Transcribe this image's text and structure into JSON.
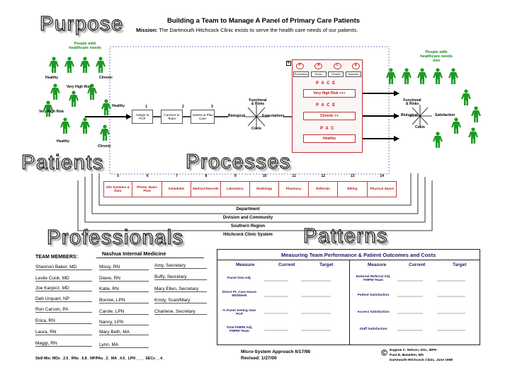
{
  "labels": {
    "purpose": "Purpose",
    "patients": "Patients",
    "processes": "Processes",
    "professionals": "Professionals",
    "patterns": "Patterns"
  },
  "header": {
    "title": "Building a Team to Manage A Panel of Primary Care Patients",
    "mission_label": "Mission:",
    "mission_text": "The Dartmouth Hitchcock Clinic exists to serve the health care needs of our patients."
  },
  "left_panel": {
    "people_title": "People with healthcare needs",
    "healthy_1": "Healthy",
    "chronic_1": "Chronic",
    "very_high_risk_1": "Very High Risk",
    "healthy_2": "Healthy",
    "very_high_risk_2": "Very High Risk",
    "healthy_3": "Healthy",
    "chronic_2": "Chronic"
  },
  "right_panel": {
    "people_title": "People with healthcare needs met",
    "functional": "Functional & Risks",
    "biological": "Biological",
    "satisfaction": "Satisfaction",
    "costs": "Costs"
  },
  "flow": {
    "steps": [
      "1",
      "2",
      "3"
    ],
    "assign": "Assign to PCP",
    "connect": "Connect to Team",
    "assess": "Assess & Plan Care",
    "functional": "Functional & Risks",
    "biological": "Biological",
    "expectations": "Expectations",
    "costs": "Costs"
  },
  "pace": {
    "number": "4",
    "letters": [
      "P",
      "A",
      "C",
      "E"
    ],
    "sub": [
      "Prevention",
      "Acute",
      "Chronic",
      "Episodic"
    ],
    "pace_1": "P A C E",
    "very_high_risk": "Very High Risk +++",
    "pace_2": "P A C E",
    "chronic": "Chronic ++",
    "pace_3": "P A C",
    "healthy": "Healthy"
  },
  "processes": {
    "numbers": [
      "5",
      "6",
      "7",
      "8",
      "9",
      "10",
      "11",
      "12",
      "13",
      "14"
    ],
    "items": [
      "Info Systems & Data",
      "Phone, Basic Flow",
      "Schedules",
      "Medical Records",
      "Laboratory",
      "Radiology",
      "Pharmacy",
      "Referrals",
      "Billing",
      "Physical Space"
    ]
  },
  "layers": {
    "department": "Department",
    "division": "Division and Community",
    "region": "Southern Region",
    "system": "Hitchcock Clinic System"
  },
  "team": {
    "header": "TEAM MEMBERS:",
    "site": "Nashua Internal Medicine",
    "col1": [
      "Shannon Baker, MD",
      "Leslie Cook, MD",
      "Joe Karpicz, MD",
      "Deb Urquart, NP",
      "Ron Carson, PA",
      "Erica, RN",
      "Laura, RN",
      "Maggi, RN"
    ],
    "col2": [
      "Missy, RN",
      "Diane, RN",
      "Katie, RN",
      "Bonnie, LPN",
      "Carole, LPN",
      "Nancy, LPN",
      "Mary Beth, MA",
      "Lynn, MA"
    ],
    "col3": [
      "Amy, Secretary",
      "Buffy, Secretary",
      "Mary Ellen, Secretary",
      "Kristy, Scan/Mary",
      "Charlene, Secretary"
    ],
    "skill_mix": "Skill Mix:  MDs _2.5_  RNs _6.8_  NP/PAs _2_  MA _4.5_  LPN ____  SECs __4_"
  },
  "performance": {
    "title": "Measuring Team Performance & Patient Outcomes and Costs",
    "headers": [
      "Measure",
      "Current",
      "Target",
      "Measure",
      "Current",
      "Target"
    ],
    "left_measures": [
      "Panel Size Adj.",
      "Direct Pt. Care Hours MD/Week",
      "% Panel Seeing Own PCP",
      "Total FMPM Adj. FMPM-Team"
    ],
    "right_measures": [
      "External Referral Adj. FMPM-Team",
      "Patient Satisfaction",
      "Access Satisfaction",
      "Staff Satisfaction"
    ]
  },
  "footer": {
    "approach": "Micro-System Approach 6/17/98",
    "revised": "Revised: 1/27/00",
    "credit_1": "Eugene C. Nelson, DSc, MPH",
    "credit_2": "Paul B. Batalden, MD",
    "credit_3": "Dartmouth-Hitchcock Clinic, June 1998"
  },
  "colors": {
    "figure_green": "#1b9a22",
    "process_red": "#c01010",
    "navy_text": "#18186a"
  }
}
